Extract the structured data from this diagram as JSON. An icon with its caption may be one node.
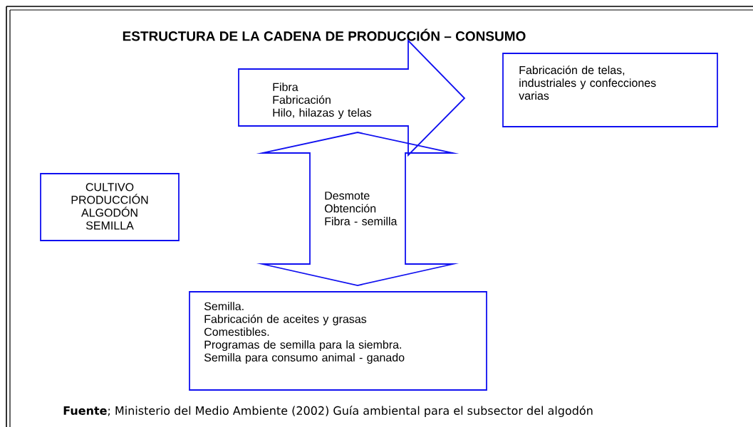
{
  "diagram": {
    "title": "ESTRUCTURA DE LA CADENA DE PRODUCCIÓN – CONSUMO",
    "nodes": [
      {
        "text": [
          "Fibra",
          "Fabricación",
          "Hilo, hilazas y telas"
        ]
      },
      {
        "text": [
          "Fabricación de telas, industriales y confecciones varias"
        ]
      },
      {
        "text": [
          "CULTIVO",
          "PRODUCCIÓN",
          "ALGODÓN",
          "SEMILLA"
        ]
      },
      {
        "text": [
          "Semilla.",
          "Fabricación de aceites y grasas",
          "Comestibles.",
          "Programas de semilla para la siembra.",
          "Semilla para consumo animal - ganado"
        ]
      }
    ],
    "edges": [
      {
        "from": 0,
        "to": 3,
        "arrow": "both",
        "label": "Desmote Obtención Fibra - semilla"
      }
    ],
    "caption": "**Fuente**; Ministerio del Medio Ambiente (2002) Guía ambiental para el subsector del algodón"
  }
}
